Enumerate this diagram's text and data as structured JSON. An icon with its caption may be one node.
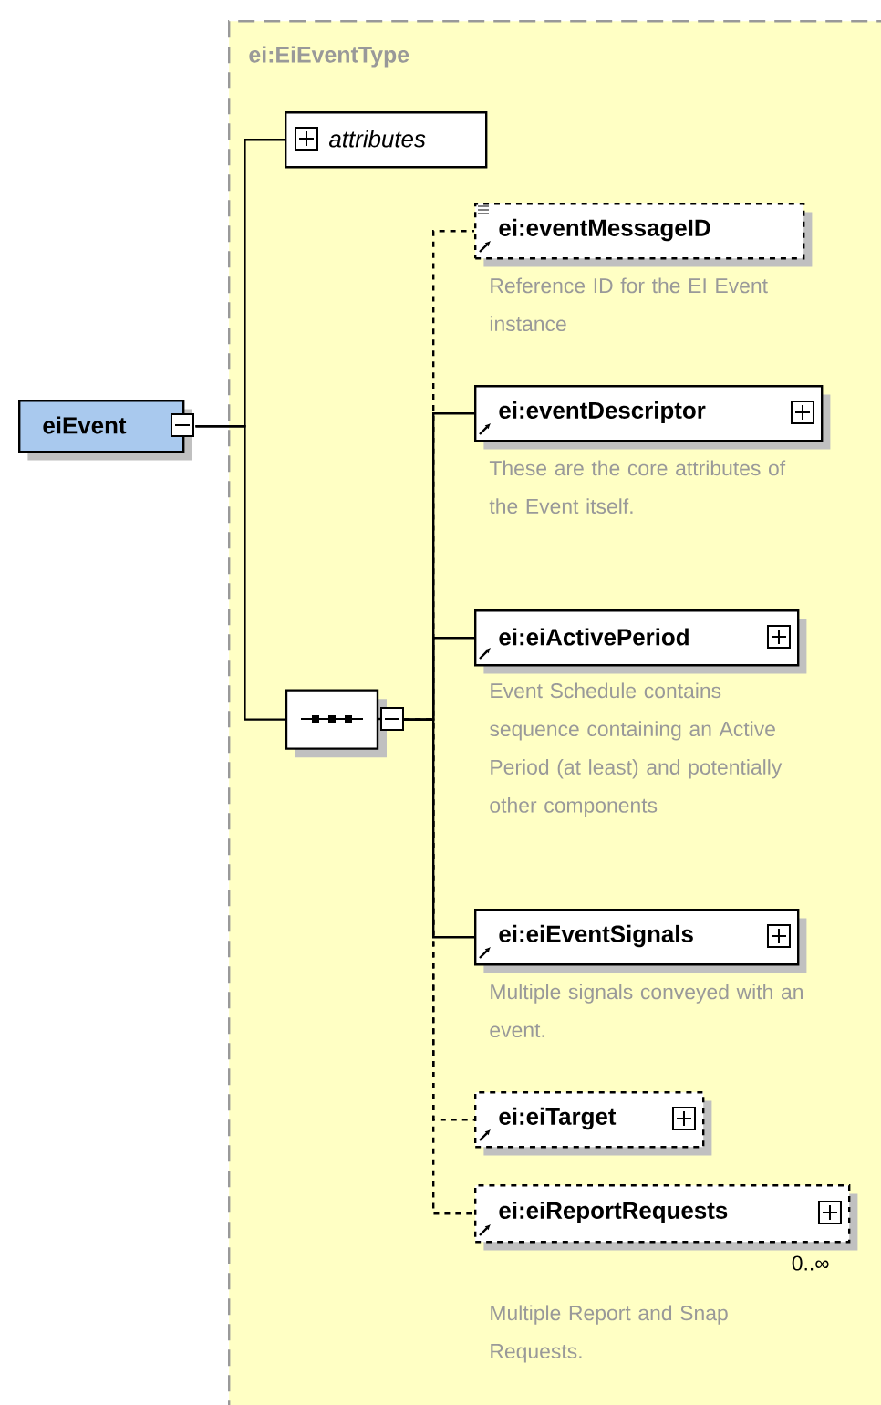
{
  "diagram": {
    "nodes": [
      {
        "text": [
          "ei:EiEventType"
        ]
      },
      {
        "text": [
          "eiEvent"
        ]
      },
      {
        "text": [
          "attributes"
        ],
        "in": 0
      },
      {
        "text": [],
        "shape": "octagon",
        "in": 0
      },
      {
        "text": [
          "ei:eventMessageID"
        ],
        "beside": [
          "Reference ID for the EI Event instance"
        ],
        "in": 0
      },
      {
        "text": [
          "ei:eventDescriptor"
        ],
        "beside": [
          "These are the core attributes of the Event itself."
        ],
        "in": 0
      },
      {
        "text": [
          "ei:eiActivePeriod"
        ],
        "beside": [
          "Event Schedule contains sequence containing an Active Period (at least) and potentially other components"
        ],
        "in": 0
      },
      {
        "text": [
          "ei:eiEventSignals"
        ],
        "beside": [
          "Multiple signals conveyed with an event."
        ],
        "in": 0
      },
      {
        "text": [
          "ei:eiTarget"
        ],
        "in": 0
      },
      {
        "text": [
          "ei:eiReportRequests"
        ],
        "beside": [
          "0..∞",
          "Multiple Report and Snap Requests."
        ],
        "in": 0
      }
    ],
    "edges": [
      {
        "from": 1,
        "to": 2,
        "arrow": "none"
      },
      {
        "from": 1,
        "to": 3,
        "arrow": "none"
      },
      {
        "from": 3,
        "to": 4,
        "arrow": "none",
        "style": "dashed"
      },
      {
        "from": 3,
        "to": 5,
        "arrow": "none"
      },
      {
        "from": 3,
        "to": 6,
        "arrow": "none"
      },
      {
        "from": 3,
        "to": 7,
        "arrow": "none"
      },
      {
        "from": 3,
        "to": 8,
        "arrow": "none",
        "style": "dashed"
      },
      {
        "from": 3,
        "to": 9,
        "arrow": "none",
        "style": "dashed"
      }
    ]
  }
}
